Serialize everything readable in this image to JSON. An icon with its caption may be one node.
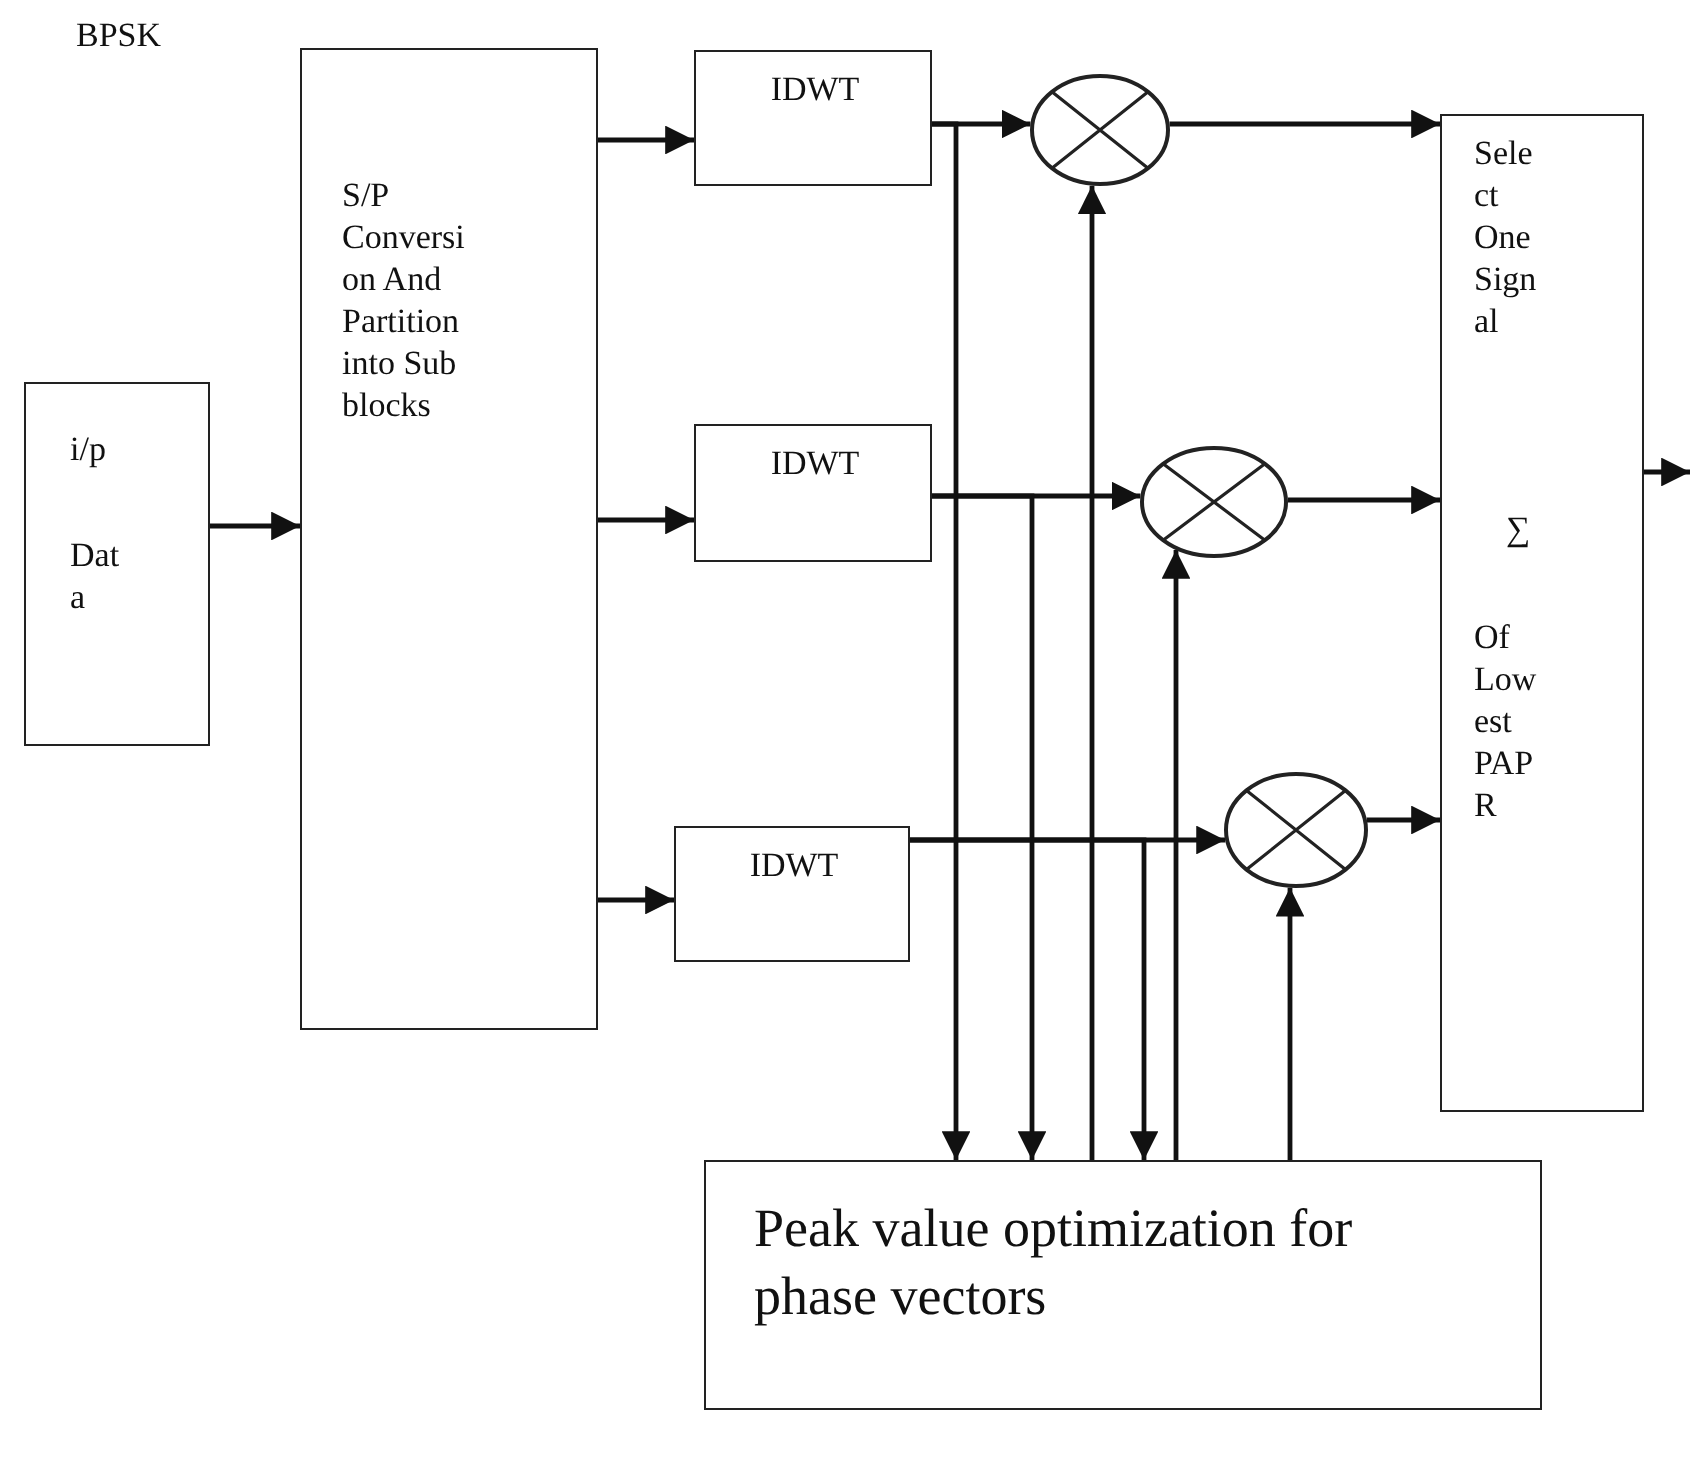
{
  "diagram": {
    "nodes": [
      {
        "text": [
          "i/p",
          "Dat a"
        ]
      },
      {
        "text": [
          "S/P Conversi on And Partition into Sub blocks"
        ]
      },
      {
        "text": [
          "IDWT"
        ]
      },
      {
        "text": [
          "IDWT"
        ]
      },
      {
        "text": [
          "IDWT"
        ]
      },
      {
        "text": [],
        "shape": "circle"
      },
      {
        "text": [],
        "shape": "circle"
      },
      {
        "text": [],
        "shape": "circle"
      },
      {
        "text": [
          "Sele ct One Sign al",
          "∑",
          "Of Low est PAP R"
        ]
      },
      {
        "text": [
          "Peak value optimization for phase vectors"
        ]
      }
    ],
    "edges": [
      {
        "from": 0,
        "to": 1,
        "arrow": "to"
      },
      {
        "from": 1,
        "to": 2,
        "arrow": "to"
      },
      {
        "from": 1,
        "to": 3,
        "arrow": "to"
      },
      {
        "from": 1,
        "to": 4,
        "arrow": "to"
      },
      {
        "from": 2,
        "to": 5,
        "arrow": "to"
      },
      {
        "from": 2,
        "to": 9,
        "arrow": "to"
      },
      {
        "from": 3,
        "to": 6,
        "arrow": "to"
      },
      {
        "from": 3,
        "to": 9,
        "arrow": "to"
      },
      {
        "from": 4,
        "to": 7,
        "arrow": "to"
      },
      {
        "from": 4,
        "to": 9,
        "arrow": "to"
      },
      {
        "from": 9,
        "to": 5,
        "arrow": "to"
      },
      {
        "from": 9,
        "to": 6,
        "arrow": "to"
      },
      {
        "from": 9,
        "to": 7,
        "arrow": "to"
      },
      {
        "from": 5,
        "to": 8,
        "arrow": "to"
      },
      {
        "from": 6,
        "to": 8,
        "arrow": "to"
      },
      {
        "from": 7,
        "to": 8,
        "arrow": "to"
      },
      {
        "from": 8,
        "to": null,
        "arrow": "to"
      }
    ],
    "labels": [
      "BPSK"
    ]
  }
}
